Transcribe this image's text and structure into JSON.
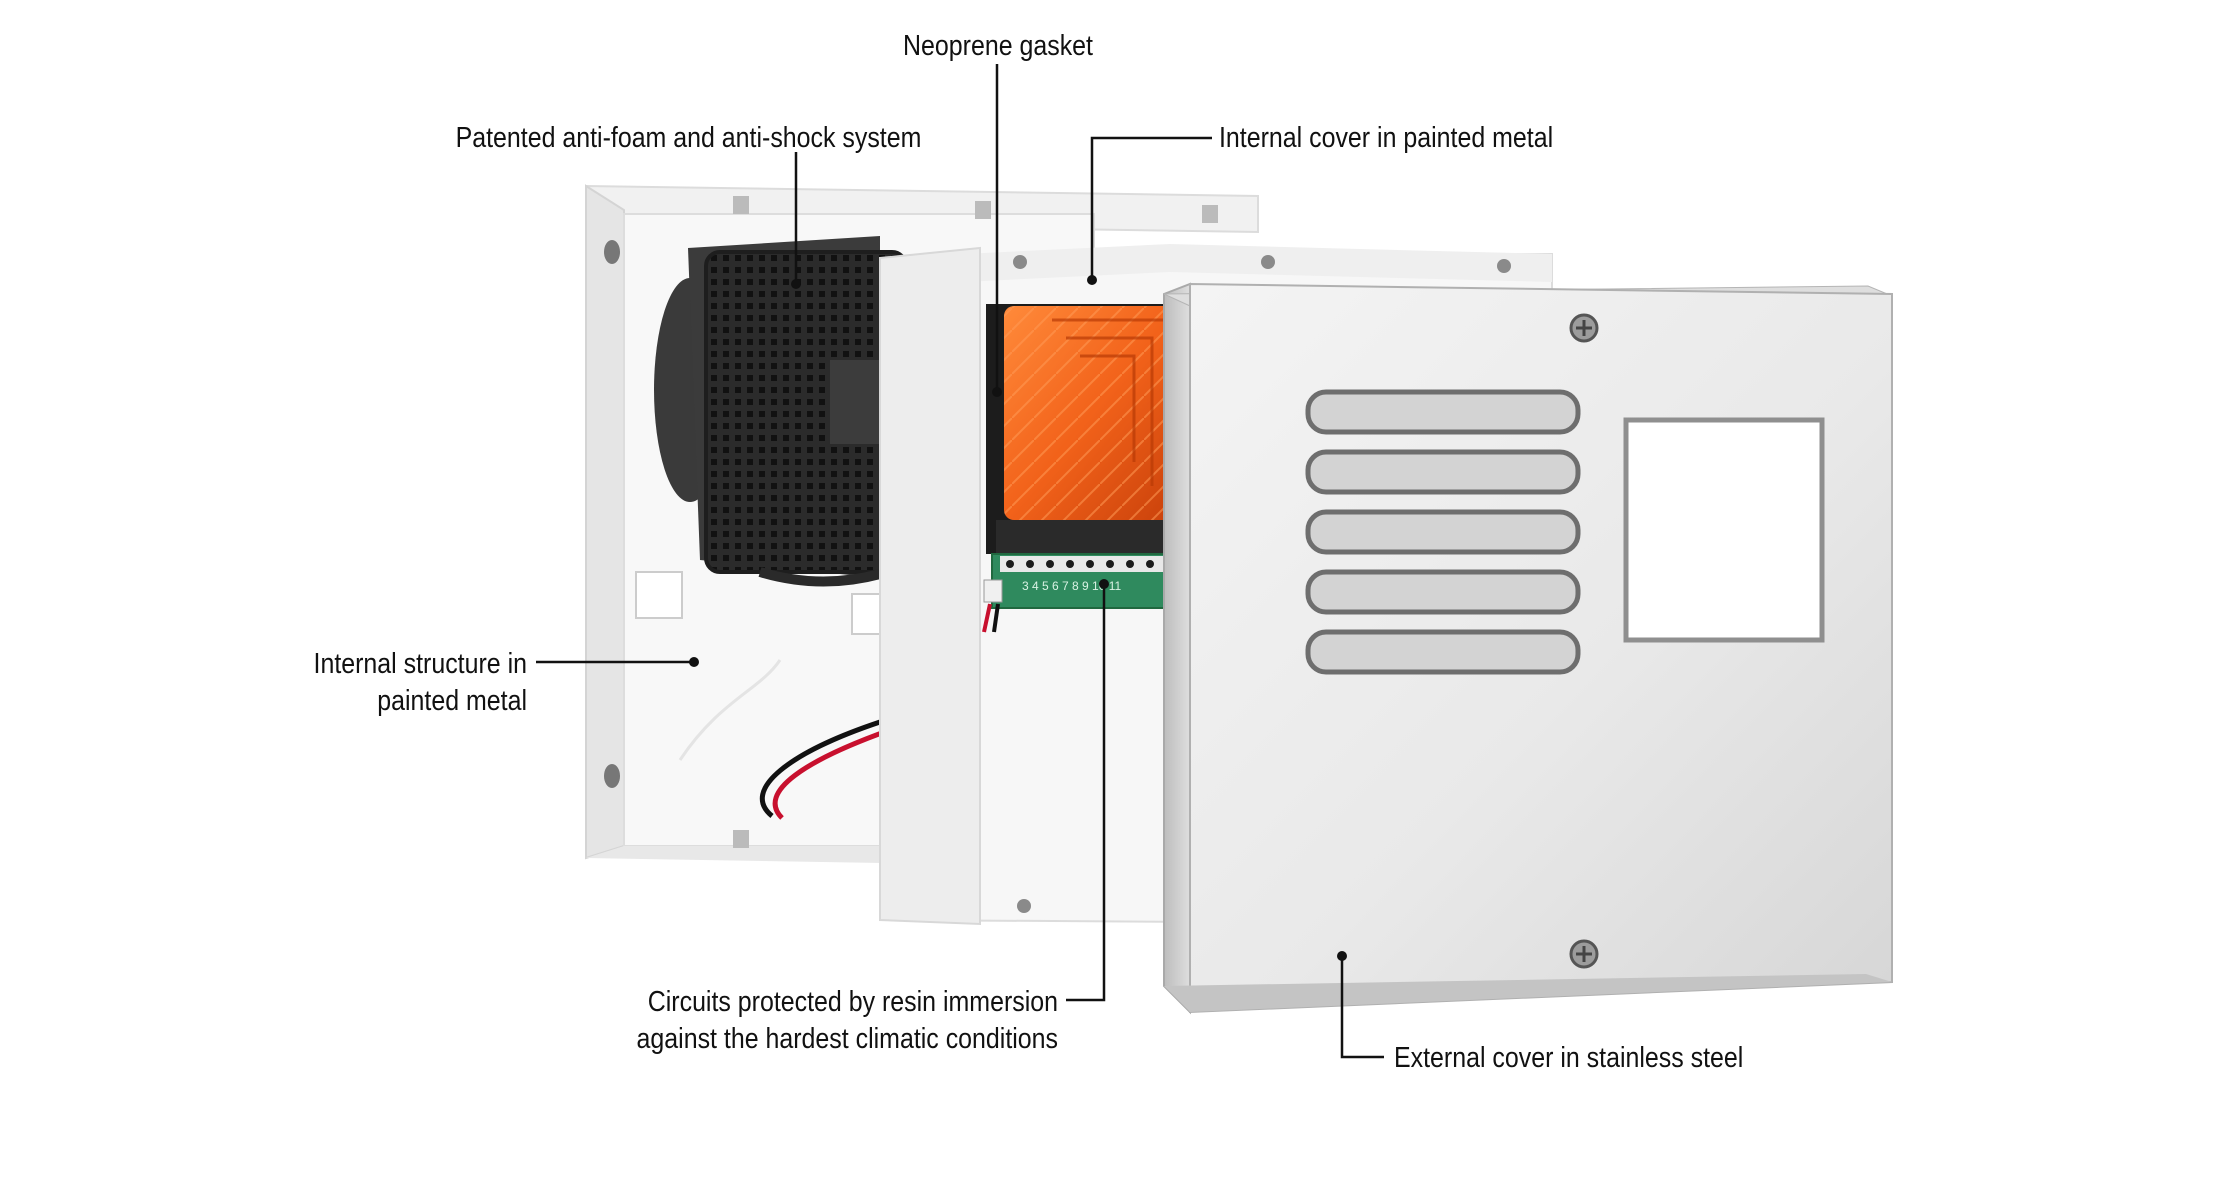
{
  "callouts": {
    "gasket": "Neoprene gasket",
    "anti_foam": "Patented anti-foam and anti-shock system",
    "internal_cover": "Internal cover in painted metal",
    "internal_structure": [
      "Internal structure in",
      "painted metal"
    ],
    "circuits": [
      "Circuits protected by resin immersion",
      "against the hardest climatic conditions"
    ],
    "external_cover": "External cover in stainless steel"
  },
  "device": {
    "terminal_numbers": "3  4  5  6  7  8  9 10 11",
    "colors": {
      "lens_orange": "#f26a1b",
      "lens_dark": "#c94408",
      "speaker_grille": "#2e2e2e",
      "pcb_green": "#2f8a5e",
      "steel_light": "#eeeeee",
      "steel_dark": "#c9c9c9",
      "painted_white": "#f6f6f6",
      "leader_line": "#111111"
    }
  }
}
